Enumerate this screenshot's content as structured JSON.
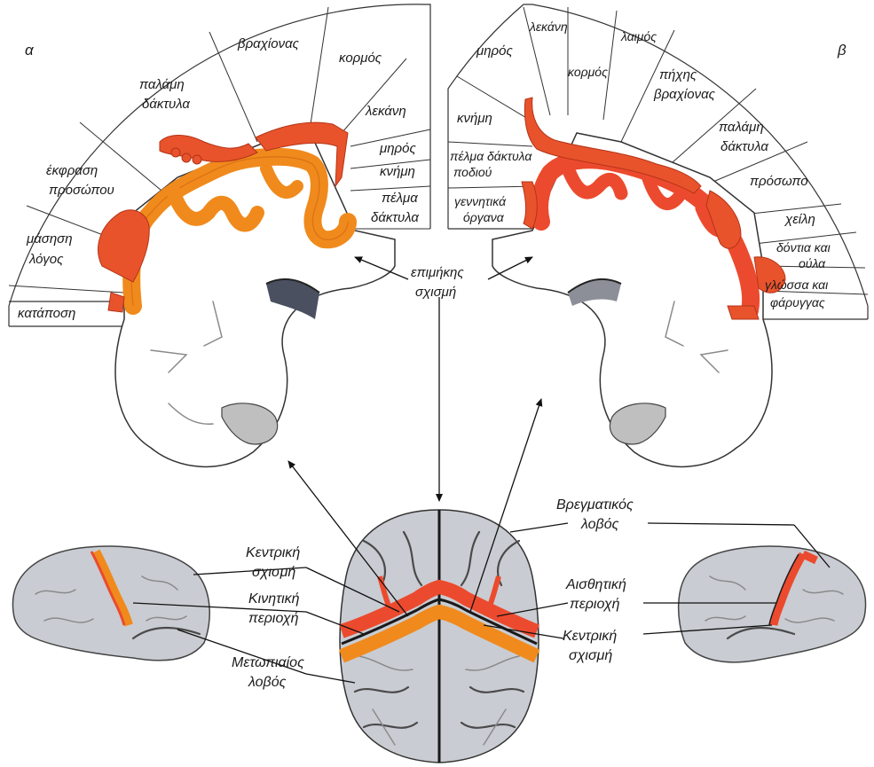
{
  "panels": {
    "left_letter": "α",
    "right_letter": "β"
  },
  "motor_homunculus": {
    "segments": [
      {
        "lines": [
          "κατάποση"
        ]
      },
      {
        "lines": [
          "μάσηση",
          "λόγος"
        ]
      },
      {
        "lines": [
          "έκφραση",
          "προσώπου"
        ]
      },
      {
        "lines": [
          "παλάμη",
          "δάκτυλα"
        ]
      },
      {
        "lines": [
          "βραχίονας"
        ]
      },
      {
        "lines": [
          "κορμός"
        ]
      },
      {
        "lines": [
          "λεκάνη"
        ]
      },
      {
        "lines": [
          "μηρός"
        ]
      },
      {
        "lines": [
          "κνήμη"
        ]
      },
      {
        "lines": [
          "πέλμα",
          "δάκτυλα"
        ]
      }
    ]
  },
  "sensory_homunculus": {
    "segments": [
      {
        "lines": [
          "γεννητικά",
          "όργανα"
        ]
      },
      {
        "lines": [
          "πέλμα δάκτυλα",
          "ποδιού"
        ]
      },
      {
        "lines": [
          "κνήμη"
        ]
      },
      {
        "lines": [
          "μηρός"
        ]
      },
      {
        "lines": [
          "λεκάνη"
        ]
      },
      {
        "lines": [
          "κορμός"
        ]
      },
      {
        "lines": [
          "λαιμός"
        ]
      },
      {
        "lines": [
          "πήχης",
          "βραχίονας"
        ]
      },
      {
        "lines": [
          "παλάμη",
          "δάκτυλα"
        ]
      },
      {
        "lines": [
          "πρόσωπο"
        ]
      },
      {
        "lines": [
          "χείλη"
        ]
      },
      {
        "lines": [
          "δόντια και",
          "ούλα"
        ]
      },
      {
        "lines": [
          "γλώσσα και",
          "φάρυγγας"
        ]
      }
    ]
  },
  "center_label": {
    "lines": [
      "επιμήκης",
      "σχισμή"
    ]
  },
  "bottom_labels": {
    "central_sulcus_left": [
      "Κεντρική",
      "σχισμή"
    ],
    "motor_area": [
      "Κινητική",
      "περιοχή"
    ],
    "frontal_lobe": [
      "Μετωπιαίος",
      "λοβός"
    ],
    "parietal_lobe": [
      "Βρεγματικός",
      "λοβός"
    ],
    "sensory_area": [
      "Αισθητική",
      "περιοχή"
    ],
    "central_sulcus_right": [
      "Κεντρική",
      "σχισμή"
    ]
  },
  "colors": {
    "motor_cortex": "#f08a1c",
    "sensory_cortex": "#ec4a2e",
    "homunculus": "#e8532c",
    "brain_grey": "#c9ccd2"
  }
}
